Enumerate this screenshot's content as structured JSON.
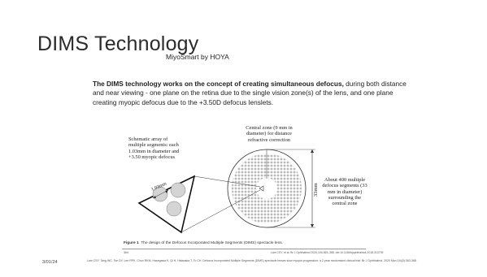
{
  "slide": {
    "title": "DIMS Technology",
    "subtitle": "MiyoSmart by HOYA",
    "body_bold": "The DIMS technology works on the concept of creating simultaneous defocus,",
    "body_rest": " during both distance and near viewing - one plane on the retina due to the single vision zone(s) of the lens, and one plane creating myopic defocus due to the +3.50D defocus lenslets."
  },
  "figure": {
    "label_segments": "Schematic array of multiple segments: each 1.03mm in diameter and +3.50 myopic defocus",
    "label_central": "Central zone (9 mm in diameter) for distance refractive correction",
    "label_about": "About 400 multiple defocus segments (33 mm in diameter) surrounding the central zone",
    "dim_segment": "1.03mm",
    "dim_lens": "33mm",
    "caption_bold": "Figure 1",
    "caption_text": "The design of the Defocus Incorporated Multiple Segments (DIMS) spectacle lens.",
    "cite_left": "364",
    "cite_right": "Lam CSY, et al. Br J Ophthalmol 2020;104:363–368. doi:10.1136/bjophthalmol-2018-313739"
  },
  "footer": {
    "date": "3/01/24",
    "reference": "Lam CSY, Tang WC, Tse DY, Lee RPK, Chun RKM, Hasegawa K, Qi H, Hatanaka T, To CH. Defocus Incorporated Multiple Segments (DIMS) spectacle lenses slow myopia progression: a 2-year randomised clinical trial. Br J Ophthalmol. 2020 Mar;104(3):363-368."
  },
  "colors": {
    "title": "#2b2b2b",
    "dot": "#b8b8b8",
    "line": "#333333"
  }
}
